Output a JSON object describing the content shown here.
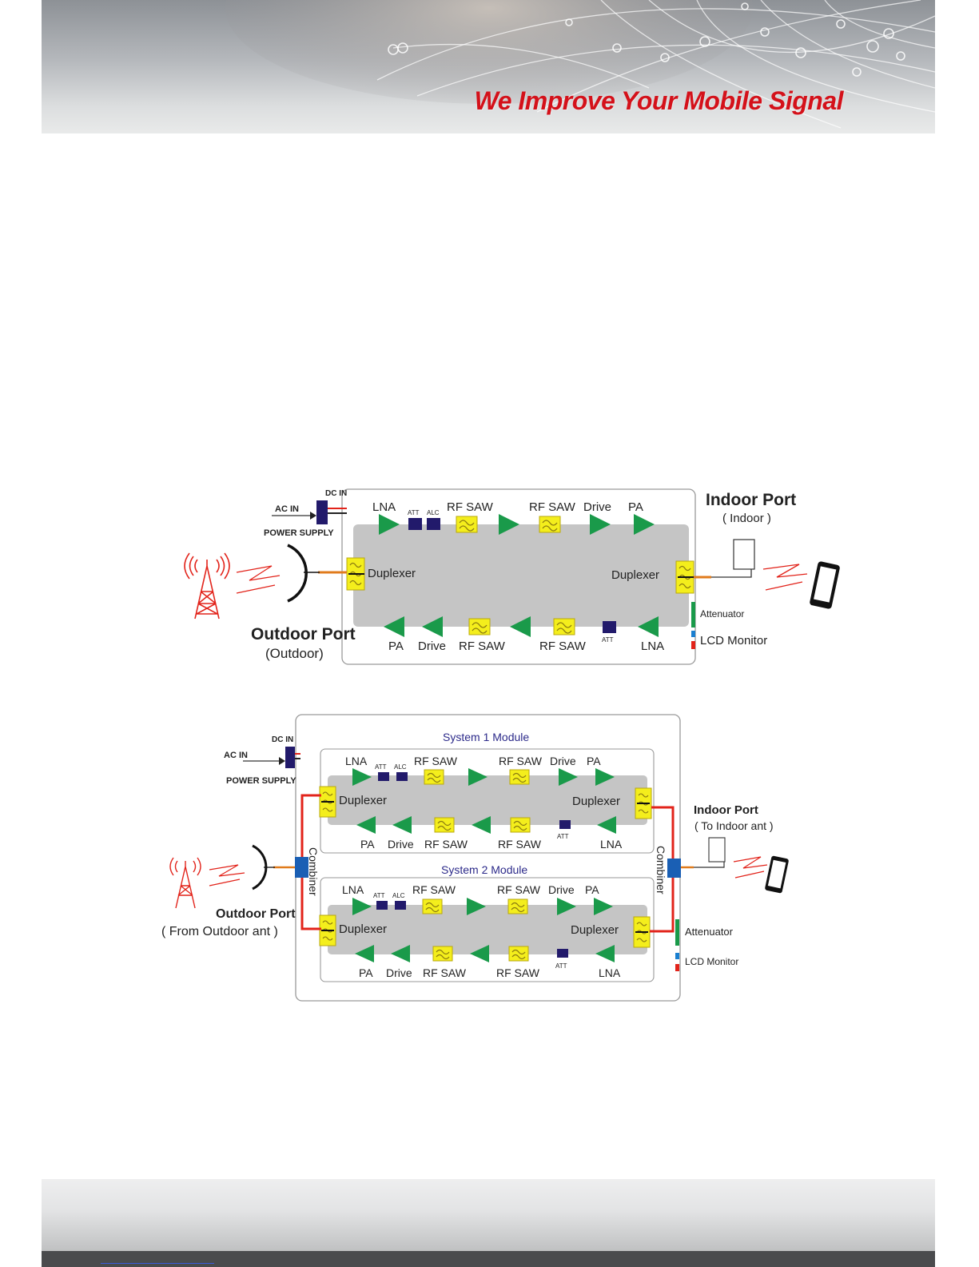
{
  "header": {
    "slogan": "We Improve Your Mobile Signal",
    "slogan_color": "#d4111a"
  },
  "diagram_1": {
    "dc_in": "DC IN",
    "ac_in": "AC IN",
    "power_supply": "POWER SUPPLY",
    "uplink_labels": [
      "LNA",
      "ATT",
      "ALC",
      "RF SAW",
      "RF SAW",
      "Drive",
      "PA"
    ],
    "downlink_labels": [
      "PA",
      "Drive",
      "RF SAW",
      "RF SAW",
      "ATT",
      "LNA"
    ],
    "duplexer_left": "Duplexer",
    "duplexer_right": "Duplexer",
    "indoor_port": "Indoor Port",
    "indoor_sub": "( Indoor )",
    "outdoor_port": "Outdoor Port",
    "outdoor_sub": "(Outdoor)",
    "attenuator": "Attenuator",
    "lcd_monitor": "LCD Monitor"
  },
  "diagram_2": {
    "dc_in": "DC IN",
    "ac_in": "AC IN",
    "power_supply": "POWER SUPPLY",
    "module_1_title": "System 1  Module",
    "module_2_title": "System 2  Module",
    "uplink_labels": [
      "LNA",
      "ATT",
      "ALC",
      "RF SAW",
      "RF SAW",
      "Drive",
      "PA"
    ],
    "downlink_labels": [
      "PA",
      "Drive",
      "RF SAW",
      "RF SAW",
      "ATT",
      "LNA"
    ],
    "duplexer": "Duplexer",
    "combiner": "Combiner",
    "indoor_port": "Indoor Port",
    "indoor_sub": "( To Indoor ant )",
    "outdoor_port": "Outdoor Port",
    "outdoor_sub": "( From Outdoor ant )",
    "attenuator": "Attenuator",
    "lcd_monitor": "LCD Monitor"
  },
  "colors": {
    "amplifier": "#1a9a4a",
    "saw_filter": "#f4ee1c",
    "att_block": "#221a6b",
    "module_body": "#c5c5c5",
    "combiner": "#1a5fb4",
    "signal_red": "#e2231a",
    "module_title": "#2c2a8a"
  }
}
